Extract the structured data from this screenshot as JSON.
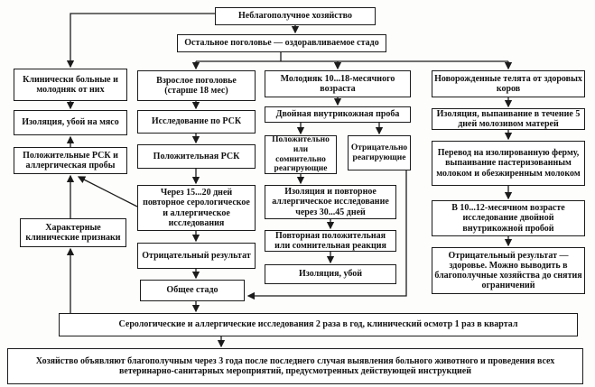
{
  "colors": {
    "ink": "#1b1b1b",
    "box_background": "#ffffff",
    "page_background": "#fdfdfb"
  },
  "nodes": {
    "root": "Неблагополучное хозяйство",
    "rest_herd": "Остальное поголовье — оздоравливаемое стадо",
    "clinically_sick": "Клинически больные и молодняк от них",
    "isolation_meat": "Изоляция, убой на мясо",
    "positive_rsk_allergy": "Положительные РСК и аллергическая пробы",
    "clinical_signs": "Характерные клинические признаки",
    "adult": "Взрослое поголовье (старше 18 мес)",
    "rsk_study": "Исследование по РСК",
    "positive_rsk": "Положительная РСК",
    "repeat_15_20": "Через 15...20 дней повторное серологическое и аллергическое исследования",
    "negative_result": "Отрицательный результат",
    "common_herd": "Общее стадо",
    "young": "Молодняк 10...18-месячного возраста",
    "double_skin_test": "Двойная внутрикожная проба",
    "positive_doubtful": "Положительно или сомнительно реагирующие",
    "negative_reacting": "Отрицательно реагирующие",
    "isolation_repeat_30_45": "Изоляция и повторное аллергическое исследование через 30...45 дней",
    "repeat_positive": "Повторная положительная или сомнительная реакция",
    "isolation_slaughter": "Изоляция, убой",
    "newborn": "Новорожденные телята от здоровых коров",
    "isolation_colostrum": "Изоляция, выпаивание в течение 5 дней молозивом матерей",
    "transfer_farm": "Перевод на изолированную ферму, выпаивание пастеризованным молоком и обезжиренным молоком",
    "test_10_12": "В 10...12-месячном возрасте исследование двойной внутрикожной пробой",
    "negative_healthy": "Отрицательный результат — здоровье. Можно выводить в благополучные хозяйства до снятия ограничений",
    "monitoring": "Серологические и аллергические исследования 2 раза в год, клинический осмотр 1 раз в квартал",
    "final": "Хозяйство объявляют благополучным через 3 года после последнего случая выявления больного животного и проведения всех ветеринарно-санитарных мероприятий, предусмотренных действующей инструкцией"
  }
}
